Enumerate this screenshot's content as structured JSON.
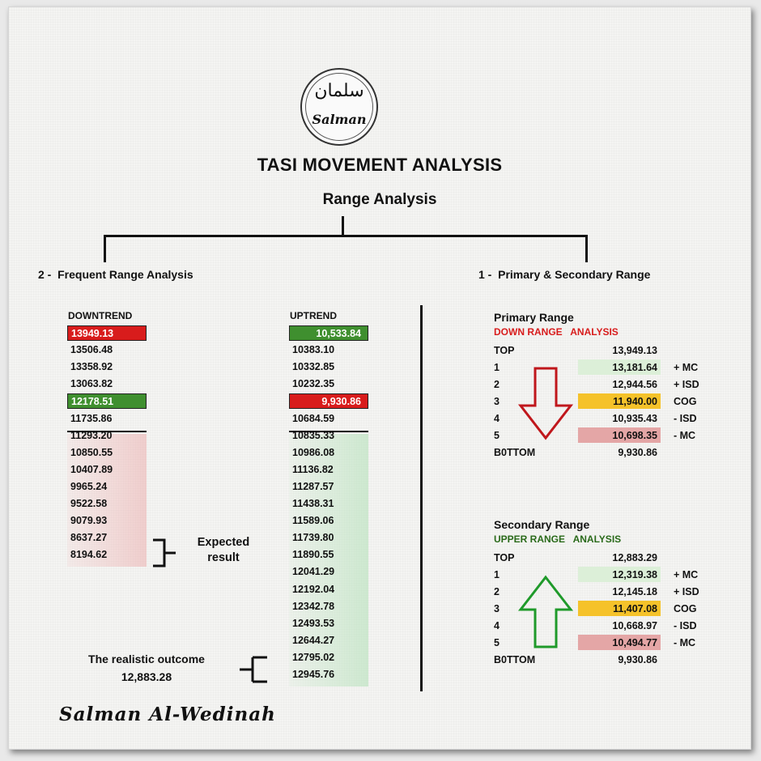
{
  "logo": {
    "arabic": "سلمان",
    "latin": "Salman"
  },
  "title": "TASI MOVEMENT ANALYSIS",
  "subtitle": "Range Analysis",
  "left_section": {
    "number": "2 -",
    "heading": "Frequent Range Analysis"
  },
  "right_section": {
    "number": "1 -",
    "heading": "Primary & Secondary Range"
  },
  "downtrend": {
    "title": "DOWNTREND",
    "values": [
      "13949.13",
      "13506.48",
      "13358.92",
      "13063.82",
      "12178.51",
      "11735.86",
      "11293.20",
      "10850.55",
      "10407.89",
      "9965.24",
      "9522.58",
      "9079.93",
      "8637.27",
      "8194.62"
    ]
  },
  "uptrend": {
    "title": "UPTREND",
    "values": [
      "10,533.84",
      "10383.10",
      "10332.85",
      "10232.35",
      "9,930.86",
      "10684.59",
      "10835.33",
      "10986.08",
      "11136.82",
      "11287.57",
      "11438.31",
      "11589.06",
      "11739.80",
      "11890.55",
      "12041.29",
      "12192.04",
      "12342.78",
      "12493.53",
      "12644.27",
      "12795.02",
      "12945.76"
    ]
  },
  "expected": {
    "line1": "Expected",
    "line2": "result"
  },
  "realistic": {
    "line1": "The realistic outcome",
    "line2": "12,883.28"
  },
  "primary": {
    "title": "Primary Range",
    "sub_left": "DOWN RANGE",
    "sub_right": "ANALYSIS",
    "rows": [
      {
        "label": "TOP",
        "value": "13,949.13",
        "note": ""
      },
      {
        "label": "1",
        "value": "13,181.64",
        "note": "+ MC"
      },
      {
        "label": "2",
        "value": "12,944.56",
        "note": "+ ISD"
      },
      {
        "label": "3",
        "value": "11,940.00",
        "note": "COG"
      },
      {
        "label": "4",
        "value": "10,935.43",
        "note": "- ISD"
      },
      {
        "label": "5",
        "value": "10,698.35",
        "note": "- MC"
      },
      {
        "label": "B0TTOM",
        "value": "9,930.86",
        "note": ""
      }
    ]
  },
  "secondary": {
    "title": "Secondary Range",
    "sub_left": "UPPER RANGE",
    "sub_right": "ANALYSIS",
    "rows": [
      {
        "label": "TOP",
        "value": "12,883.29",
        "note": ""
      },
      {
        "label": "1",
        "value": "12,319.38",
        "note": "+ MC"
      },
      {
        "label": "2",
        "value": "12,145.18",
        "note": "+ ISD"
      },
      {
        "label": "3",
        "value": "11,407.08",
        "note": "COG"
      },
      {
        "label": "4",
        "value": "10,668.97",
        "note": "- ISD"
      },
      {
        "label": "5",
        "value": "10,494.77",
        "note": "- MC"
      },
      {
        "label": "B0TTOM",
        "value": "9,930.86",
        "note": ""
      }
    ]
  },
  "colors": {
    "red": "#d81c1c",
    "green": "#3f8f2f",
    "dark_green": "#2a6a1a",
    "highlight_green": "#dcefd8",
    "highlight_yellow": "#f5c22a",
    "highlight_red": "#e4a6a6"
  },
  "icons": {
    "primary_arrow": "down-arrow-icon",
    "secondary_arrow": "up-arrow-icon"
  },
  "signature": "Salman Al-Wedinah"
}
